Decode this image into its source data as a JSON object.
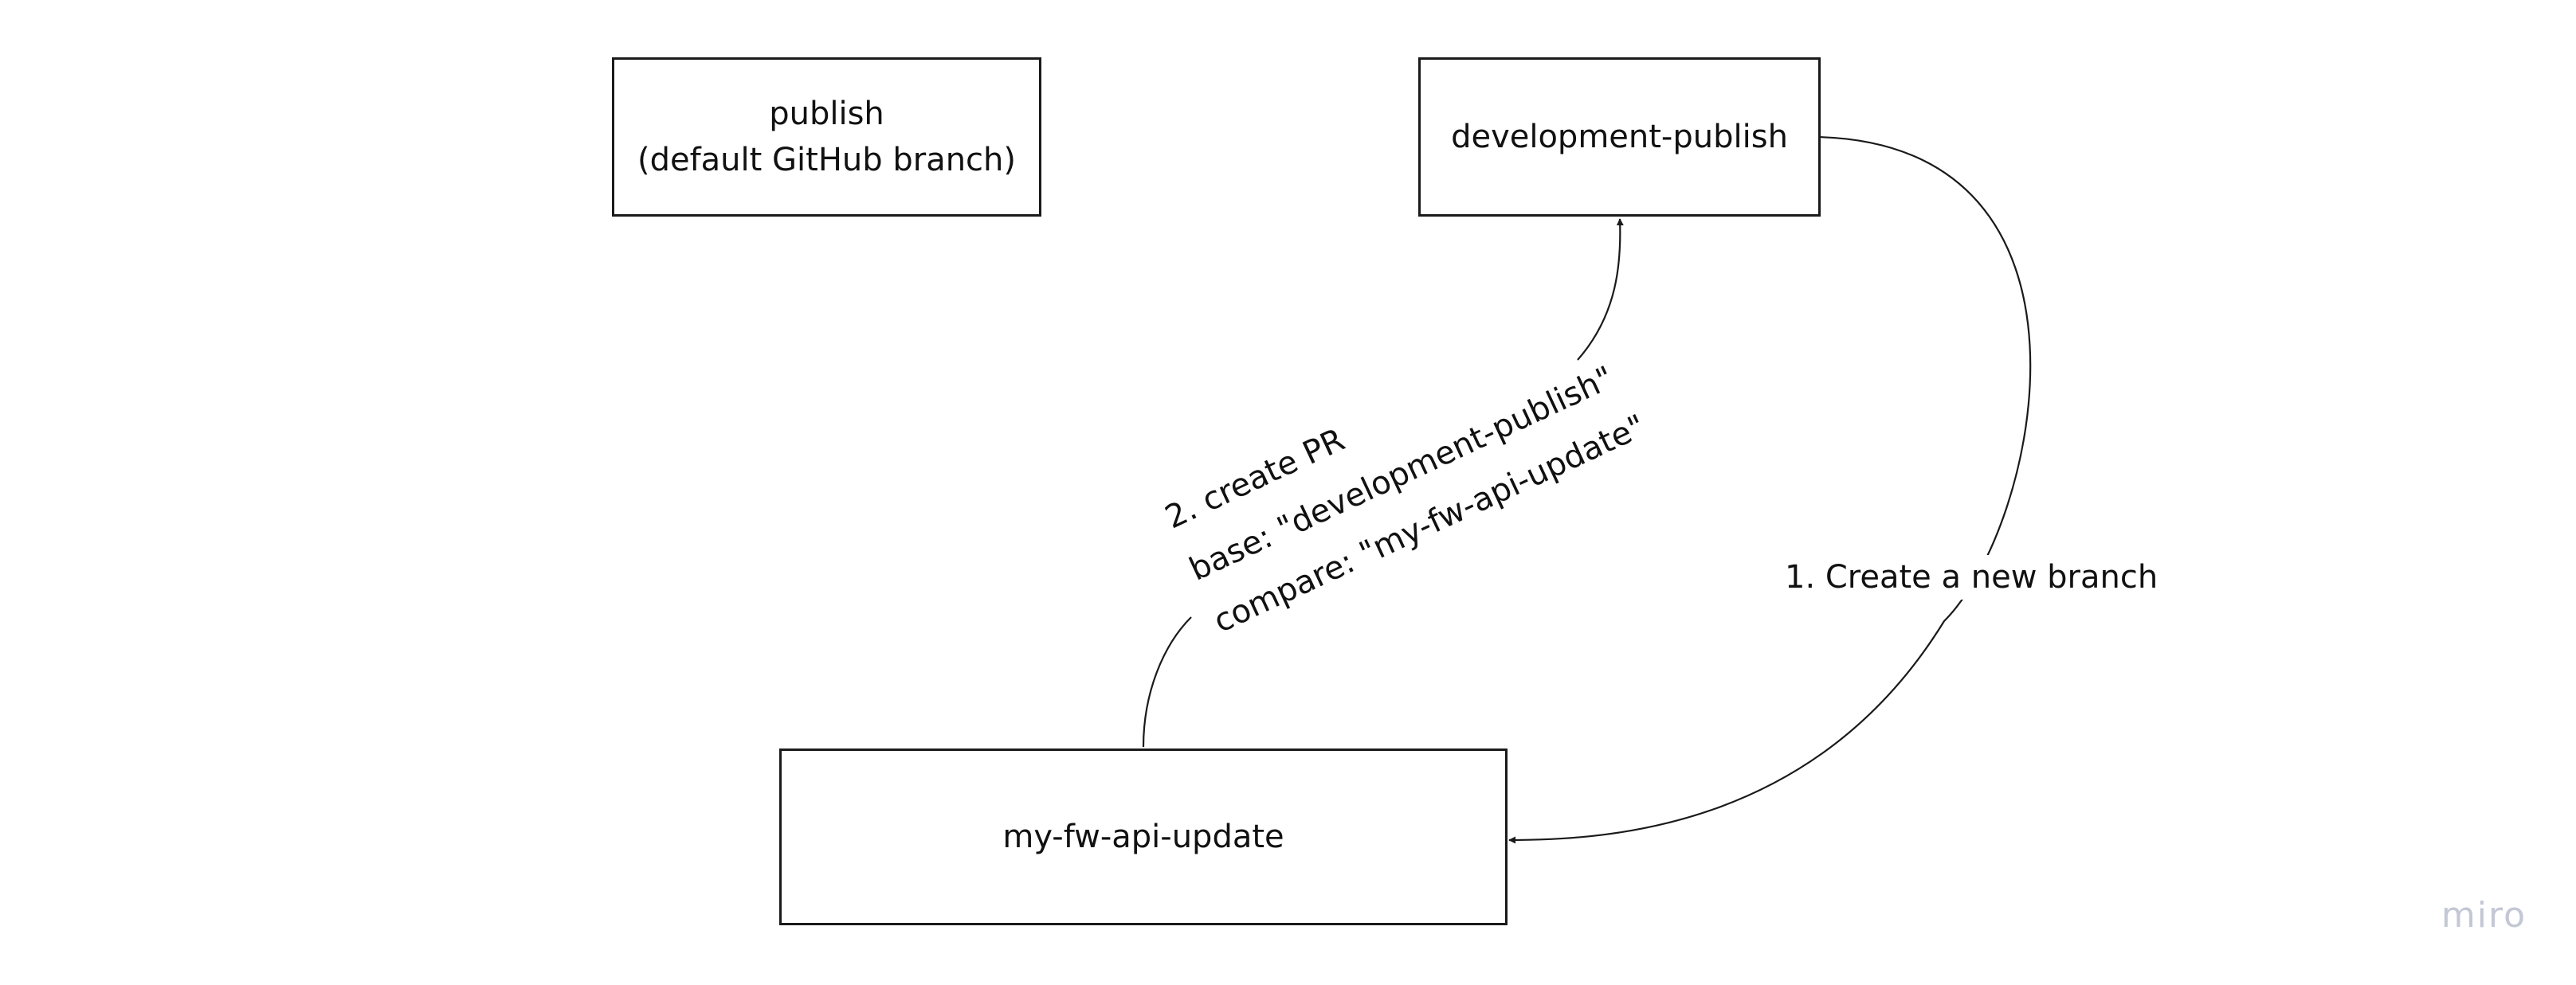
{
  "nodes": {
    "publish": {
      "line1": "publish",
      "line2": "(default GitHub branch)"
    },
    "development_publish": {
      "label": "development-publish"
    },
    "my_fw_api_update": {
      "label": "my-fw-api-update"
    }
  },
  "edges": {
    "create_branch": {
      "label": "1. Create a new branch"
    },
    "create_pr": {
      "line1": "2. create PR",
      "line2": "base: \"development-publish\"",
      "line3": "compare: \"my-fw-api-update\""
    }
  },
  "watermark": "miro",
  "colors": {
    "stroke": "#1a1a1a",
    "text": "#111111",
    "watermark": "#c4c7d4"
  }
}
